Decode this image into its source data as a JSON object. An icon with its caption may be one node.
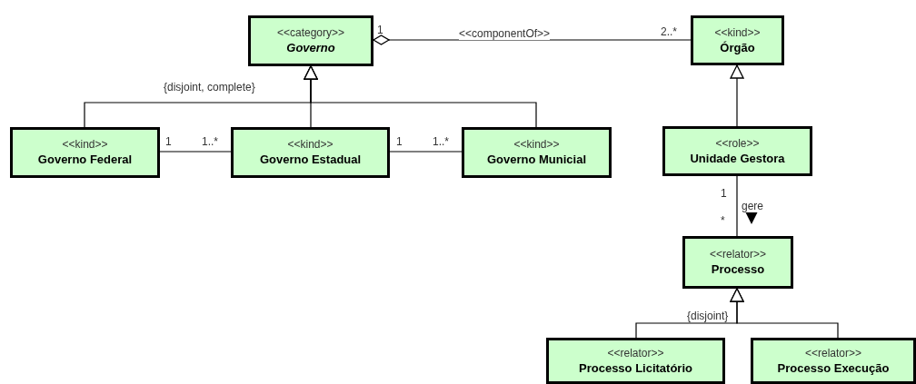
{
  "diagram": {
    "nodes": [
      {
        "text": [
          "<<category>>",
          "Governo"
        ]
      },
      {
        "text": [
          "<<kind>>",
          "Órgão"
        ]
      },
      {
        "text": [
          "<<kind>>",
          "Governo Federal"
        ]
      },
      {
        "text": [
          "<<kind>>",
          "Governo Estadual"
        ]
      },
      {
        "text": [
          "<<kind>>",
          "Governo Municial"
        ]
      },
      {
        "text": [
          "<<role>>",
          "Unidade Gestora"
        ]
      },
      {
        "text": [
          "<<relator>>",
          "Processo"
        ]
      },
      {
        "text": [
          "<<relator>>",
          "Processo Licitatório"
        ]
      },
      {
        "text": [
          "<<relator>>",
          "Processo Execução"
        ]
      }
    ],
    "edges": [
      {
        "from": 0,
        "to": 1,
        "arrow": "other",
        "label": "<<componentOf>>"
      },
      {
        "from": 2,
        "to": 0,
        "arrow": "to"
      },
      {
        "from": 3,
        "to": 0,
        "arrow": "to"
      },
      {
        "from": 4,
        "to": 0,
        "arrow": "to"
      },
      {
        "from": 5,
        "to": 1,
        "arrow": "to"
      },
      {
        "from": 2,
        "to": 3,
        "arrow": "none"
      },
      {
        "from": 3,
        "to": 4,
        "arrow": "none"
      },
      {
        "from": 5,
        "to": 6,
        "arrow": "none",
        "label": "gere"
      },
      {
        "from": 7,
        "to": 6,
        "arrow": "to"
      },
      {
        "from": 8,
        "to": 6,
        "arrow": "to"
      }
    ],
    "labels": [
      "1",
      "2..*",
      "{disjoint, complete}",
      "1",
      "1..*",
      "1",
      "1..*",
      "1",
      "*",
      "{disjoint}"
    ]
  }
}
